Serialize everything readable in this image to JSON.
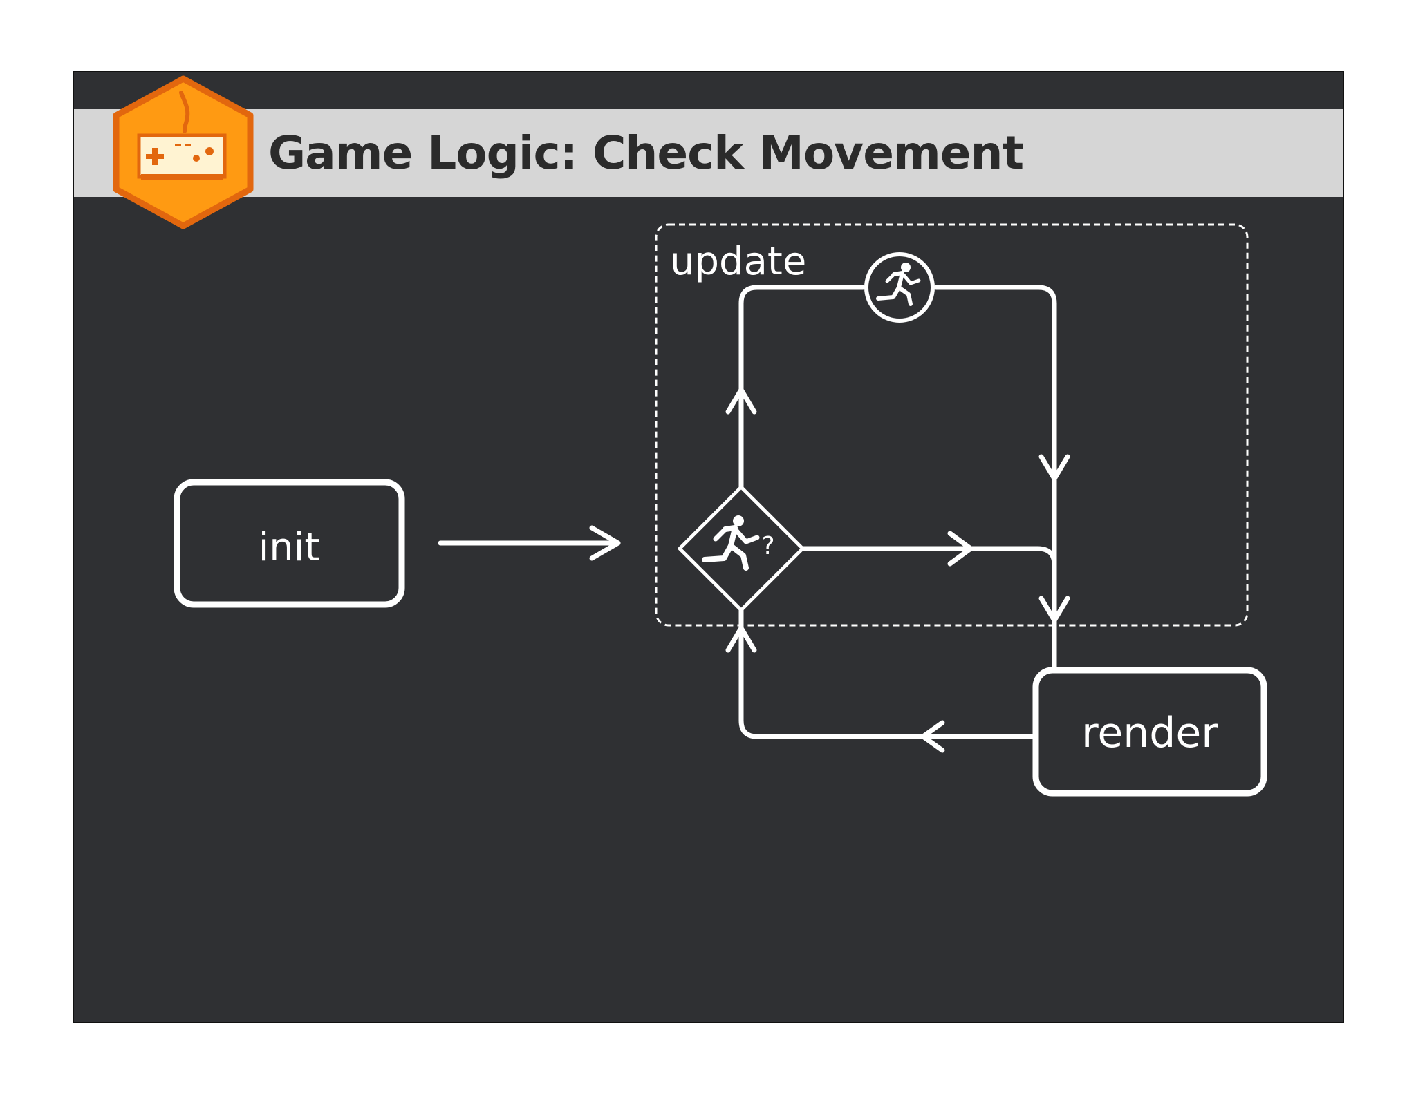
{
  "title": "Game Logic: Check Movement",
  "badge_icon": "gamepad-icon",
  "colors": {
    "background": "#2f3033",
    "title_bar": "#d6d6d6",
    "badge_fill": "#ff9a12",
    "badge_stroke": "#e2670e",
    "line": "#ffffff"
  },
  "nodes": {
    "init": "init",
    "update_group": "update",
    "render": "render",
    "decision_icon": "running-person-icon",
    "decision_mark": "?",
    "move_icon": "running-person-icon"
  }
}
